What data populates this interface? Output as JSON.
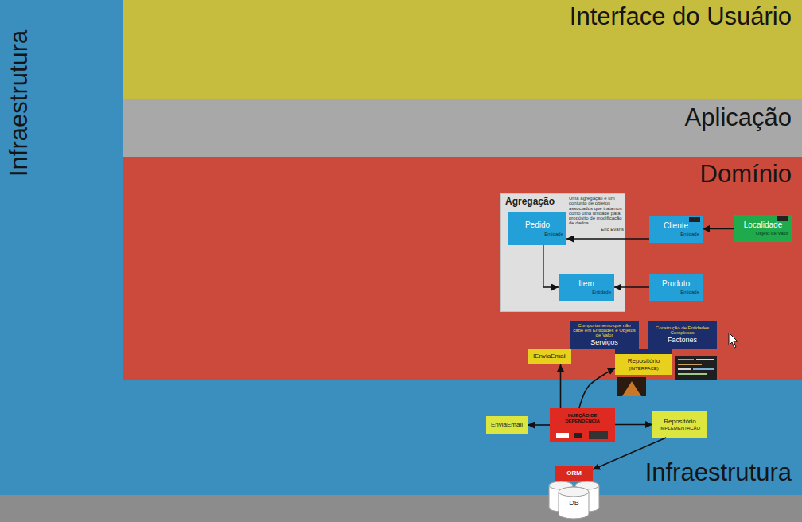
{
  "diagram": {
    "nodes": [
      {
        "text": [
          "Infraestrutura",
          "Infraestrutura"
        ]
      },
      {
        "text": [
          "Interface do Usuário"
        ]
      },
      {
        "text": [
          "Aplicação"
        ]
      },
      {
        "text": [
          "Domínio"
        ]
      },
      {
        "text": [
          "Agregação",
          "Uma agregação é um conjunto de objetos associados que tratamos como uma unidade para propósito de modificação de dados",
          "Eric Evans"
        ],
        "in": 3
      },
      {
        "text": [
          "Pedido",
          "Entidade"
        ],
        "in": 4
      },
      {
        "text": [
          "Item",
          "Entidade"
        ],
        "in": 4
      },
      {
        "text": [
          "Cliente",
          "Entidade"
        ],
        "in": 3
      },
      {
        "text": [
          "Localidade",
          "Objeto de Valor"
        ],
        "in": 3
      },
      {
        "text": [
          "Produto",
          "Entidade"
        ],
        "in": 3
      },
      {
        "text": [
          "Comportamento que não cabe em Entidades e Objetos de Valor",
          "Serviços"
        ],
        "in": 3
      },
      {
        "text": [
          "Construção de Entidades Complexas",
          "Factories"
        ],
        "in": 3
      },
      {
        "text": [
          "IEnviaEmail"
        ],
        "in": 3
      },
      {
        "text": [
          "Repositório",
          "(INTERFACE)"
        ],
        "in": 3
      },
      {
        "text": [
          "INJEÇÃO DE DEPENDÊNCIA"
        ],
        "in": 0
      },
      {
        "text": [
          "EnviaEmail"
        ],
        "in": 0
      },
      {
        "text": [
          "Repositório",
          "IMPLEMENTAÇÃO"
        ],
        "in": 0
      },
      {
        "text": [
          "ORM"
        ],
        "in": 0
      },
      {
        "text": [
          "DB"
        ],
        "in": 0
      }
    ],
    "edges": [
      {
        "from": 7,
        "to": 5,
        "arrow": "to"
      },
      {
        "from": 8,
        "to": 7,
        "arrow": "to"
      },
      {
        "from": 5,
        "to": 6,
        "arrow": "to"
      },
      {
        "from": 9,
        "to": 6,
        "arrow": "to"
      },
      {
        "from": 14,
        "to": 12,
        "arrow": "to"
      },
      {
        "from": 14,
        "to": 13,
        "arrow": "to"
      },
      {
        "from": 14,
        "to": 15,
        "arrow": "to"
      },
      {
        "from": 14,
        "to": 16,
        "arrow": "to"
      },
      {
        "from": 16,
        "to": 17,
        "arrow": "to"
      }
    ]
  }
}
